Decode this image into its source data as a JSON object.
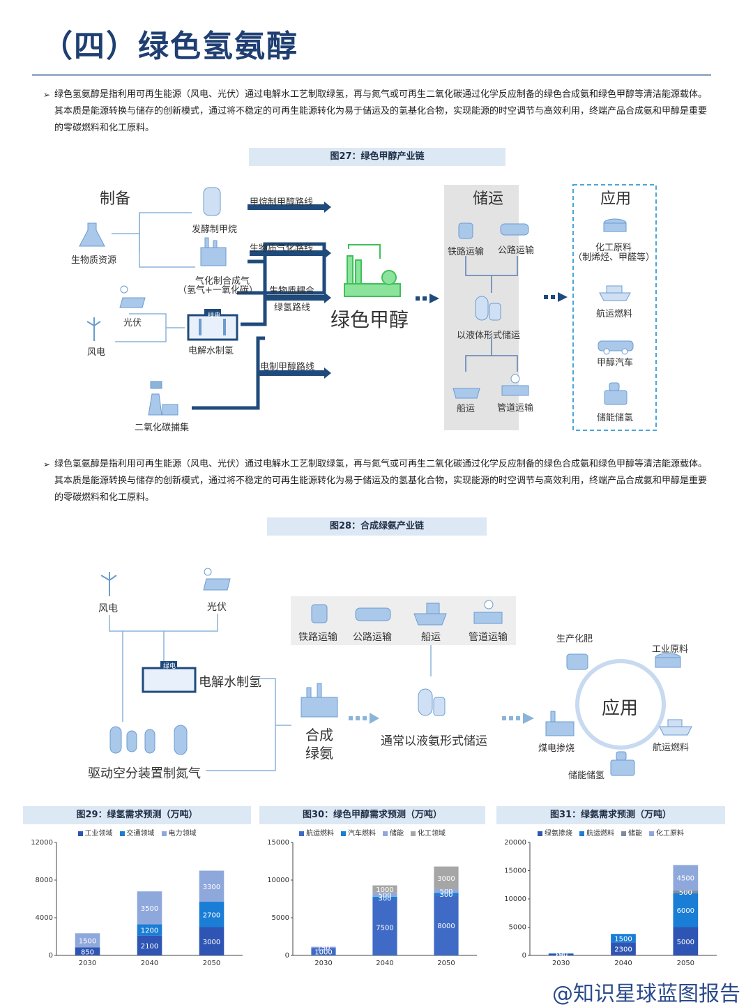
{
  "title": "（四）绿色氢氨醇",
  "para1": "绿色氢氨醇是指利用可再生能源（风电、光伏）通过电解水工艺制取绿氢，再与氮气或可再生二氧化碳通过化学反应制备的绿色合成氨和绿色甲醇等清洁能源载体。其本质是能源转换与储存的创新模式，通过将不稳定的可再生能源转化为易于储运及的氢基化合物，实现能源的时空调节与高效利用，终端产品合成氨和甲醇是重要的零碳燃料和化工原料。",
  "para2": "绿色氢氨醇是指利用可再生能源（风电、光伏）通过电解水工艺制取绿氢，再与氮气或可再生二氧化碳通过化学反应制备的绿色合成氨和绿色甲醇等清洁能源载体。其本质是能源转换与储存的创新模式，通过将不稳定的可再生能源转化为易于储运及的氢基化合物，实现能源的时空调节与高效利用，终端产品合成氨和甲醇是重要的零碳燃料和化工原料。",
  "fig27": {
    "title": "图27：绿色甲醇产业链",
    "prep": "制备",
    "biomass": "生物质资源",
    "ferment": "发酵制甲烷",
    "gasify": "气化制合成气",
    "gasify_sub": "（氢气+一氧化碳）",
    "solar": "光伏",
    "wind": "风电",
    "electrolysis": "电解水制氢",
    "co2": "二氧化碳捕集",
    "route1": "甲烷制甲醇路线",
    "route2": "生物质气化路线",
    "route3a": "生物质耦合",
    "route3b": "绿氢路线",
    "route4": "电制甲醇路线",
    "product": "绿色甲醇",
    "storage_title": "储运",
    "rail": "铁路运输",
    "road": "公路运输",
    "liquid": "以液体形式储运",
    "ship": "船运",
    "pipe": "管道运输",
    "app_title": "应用",
    "chem": "化工原料",
    "chem_sub": "（制烯烃、甲醛等）",
    "shipfuel": "航运燃料",
    "car": "甲醇汽车",
    "store_h": "储能储氢",
    "badge": "绿电"
  },
  "fig28": {
    "title": "图28：合成绿氨产业链",
    "wind": "风电",
    "solar": "光伏",
    "electrolysis": "电解水制氢",
    "asu": "驱动空分装置制氮气",
    "synth1": "合成",
    "synth2": "绿氨",
    "rail": "铁路运输",
    "road": "公路运输",
    "ship": "船运",
    "pipe": "管道运输",
    "liquid": "通常以液氨形式储运",
    "fert": "生产化肥",
    "raw": "工业原料",
    "app": "应用",
    "coal": "煤电掺烧",
    "shipfuel": "航运燃料",
    "store_h": "储能储氢",
    "badge": "绿电"
  },
  "charts": [
    {
      "title": "图29：绿氢需求预测（万吨）",
      "legend": [
        "工业领域",
        "交通领域",
        "电力领域"
      ],
      "colors": [
        "#2f55b4",
        "#1a7dd6",
        "#8fa8dc"
      ],
      "categories": [
        "2030",
        "2040",
        "2050"
      ],
      "series": [
        [
          850,
          2100,
          3000
        ],
        [
          0,
          1200,
          2700
        ],
        [
          1500,
          3500,
          3300
        ]
      ],
      "labels": [
        [
          "850",
          "2100",
          "3000"
        ],
        [
          "",
          "1200",
          "2700"
        ],
        [
          "1500",
          "3500",
          "3300"
        ]
      ],
      "ymax": 12000,
      "ticks": [
        0,
        4000,
        8000,
        12000
      ]
    },
    {
      "title": "图30：绿色甲醇需求预测（万吨）",
      "legend": [
        "航运燃料",
        "汽车燃料",
        "储能",
        "化工领域"
      ],
      "colors": [
        "#3f6bc6",
        "#1a7dd6",
        "#8fa8dc",
        "#a6a6a6"
      ],
      "categories": [
        "2030",
        "2040",
        "2050"
      ],
      "series": [
        [
          1000,
          7500,
          8000
        ],
        [
          0,
          300,
          300
        ],
        [
          150,
          500,
          500
        ],
        [
          0,
          1000,
          3000
        ]
      ],
      "labels": [
        [
          "1000",
          "7500",
          "8000"
        ],
        [
          "",
          "300",
          "300"
        ],
        [
          "150",
          "500",
          "500"
        ],
        [
          "",
          "1000",
          "3000"
        ]
      ],
      "ymax": 15000,
      "ticks": [
        0,
        5000,
        10000,
        15000
      ]
    },
    {
      "title": "图31：绿氨需求预测（万吨）",
      "legend": [
        "绿氨掺烧",
        "航运燃料",
        "储能",
        "化工原料"
      ],
      "colors": [
        "#2f55b4",
        "#1a7dd6",
        "#7f8c9c",
        "#8fa8dc"
      ],
      "categories": [
        "2030",
        "2040",
        "2050"
      ],
      "series": [
        [
          250,
          2300,
          5000
        ],
        [
          100,
          1500,
          6000
        ],
        [
          0,
          0,
          500
        ],
        [
          0,
          0,
          4500
        ]
      ],
      "labels": [
        [
          "250",
          "2300",
          "5000"
        ],
        [
          "100",
          "1500",
          "6000"
        ],
        [
          "",
          "",
          "500"
        ],
        [
          "",
          "",
          "4500"
        ]
      ],
      "ymax": 20000,
      "ticks": [
        0,
        5000,
        10000,
        15000,
        20000
      ]
    }
  ],
  "chart_data": [
    {
      "type": "bar",
      "title": "图29：绿氢需求预测（万吨）",
      "categories": [
        "2030",
        "2040",
        "2050"
      ],
      "series": [
        {
          "name": "工业领域",
          "values": [
            850,
            2100,
            3000
          ]
        },
        {
          "name": "交通领域",
          "values": [
            0,
            1200,
            2700
          ]
        },
        {
          "name": "电力领域",
          "values": [
            1500,
            3500,
            3300
          ]
        }
      ],
      "ylim": [
        0,
        12000
      ]
    },
    {
      "type": "bar",
      "title": "图30：绿色甲醇需求预测（万吨）",
      "categories": [
        "2030",
        "2040",
        "2050"
      ],
      "series": [
        {
          "name": "航运燃料",
          "values": [
            1000,
            7500,
            8000
          ]
        },
        {
          "name": "汽车燃料",
          "values": [
            0,
            300,
            300
          ]
        },
        {
          "name": "储能",
          "values": [
            150,
            500,
            500
          ]
        },
        {
          "name": "化工领域",
          "values": [
            0,
            1000,
            3000
          ]
        }
      ],
      "ylim": [
        0,
        15000
      ]
    },
    {
      "type": "bar",
      "title": "图31：绿氨需求预测（万吨）",
      "categories": [
        "2030",
        "2040",
        "2050"
      ],
      "series": [
        {
          "name": "绿氨掺烧",
          "values": [
            250,
            2300,
            5000
          ]
        },
        {
          "name": "航运燃料",
          "values": [
            100,
            1500,
            6000
          ]
        },
        {
          "name": "储能",
          "values": [
            0,
            0,
            500
          ]
        },
        {
          "name": "化工原料",
          "values": [
            0,
            0,
            4500
          ]
        }
      ],
      "ylim": [
        0,
        20000
      ]
    }
  ],
  "watermark": "@知识星球蓝图报告"
}
